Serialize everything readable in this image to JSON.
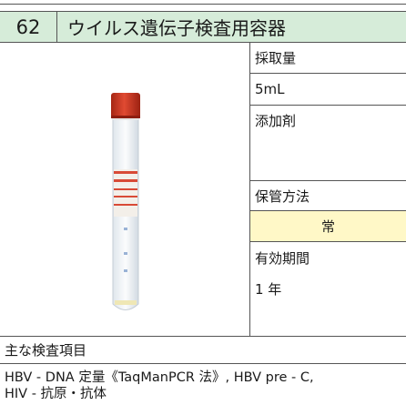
{
  "header": {
    "number": "62",
    "title": "ウイルス遺伝子検査用容器"
  },
  "specs": {
    "volume_label": "採取量",
    "volume_value": "5mL",
    "additive_label": "添加剤",
    "additive_value": "",
    "storage_label": "保管方法",
    "storage_value": "常",
    "expiry_label": "有効期間",
    "expiry_value": "1 年"
  },
  "tests": {
    "label": "主な検査項目",
    "line1": "HBV - DNA 定量《TaqManPCR 法》, HBV pre - C,",
    "line2": "HIV - 抗原・抗体"
  },
  "colors": {
    "header_bg": "#d6ecd9",
    "storage_bg": "#fff8c7",
    "cap": "#c8321e"
  }
}
